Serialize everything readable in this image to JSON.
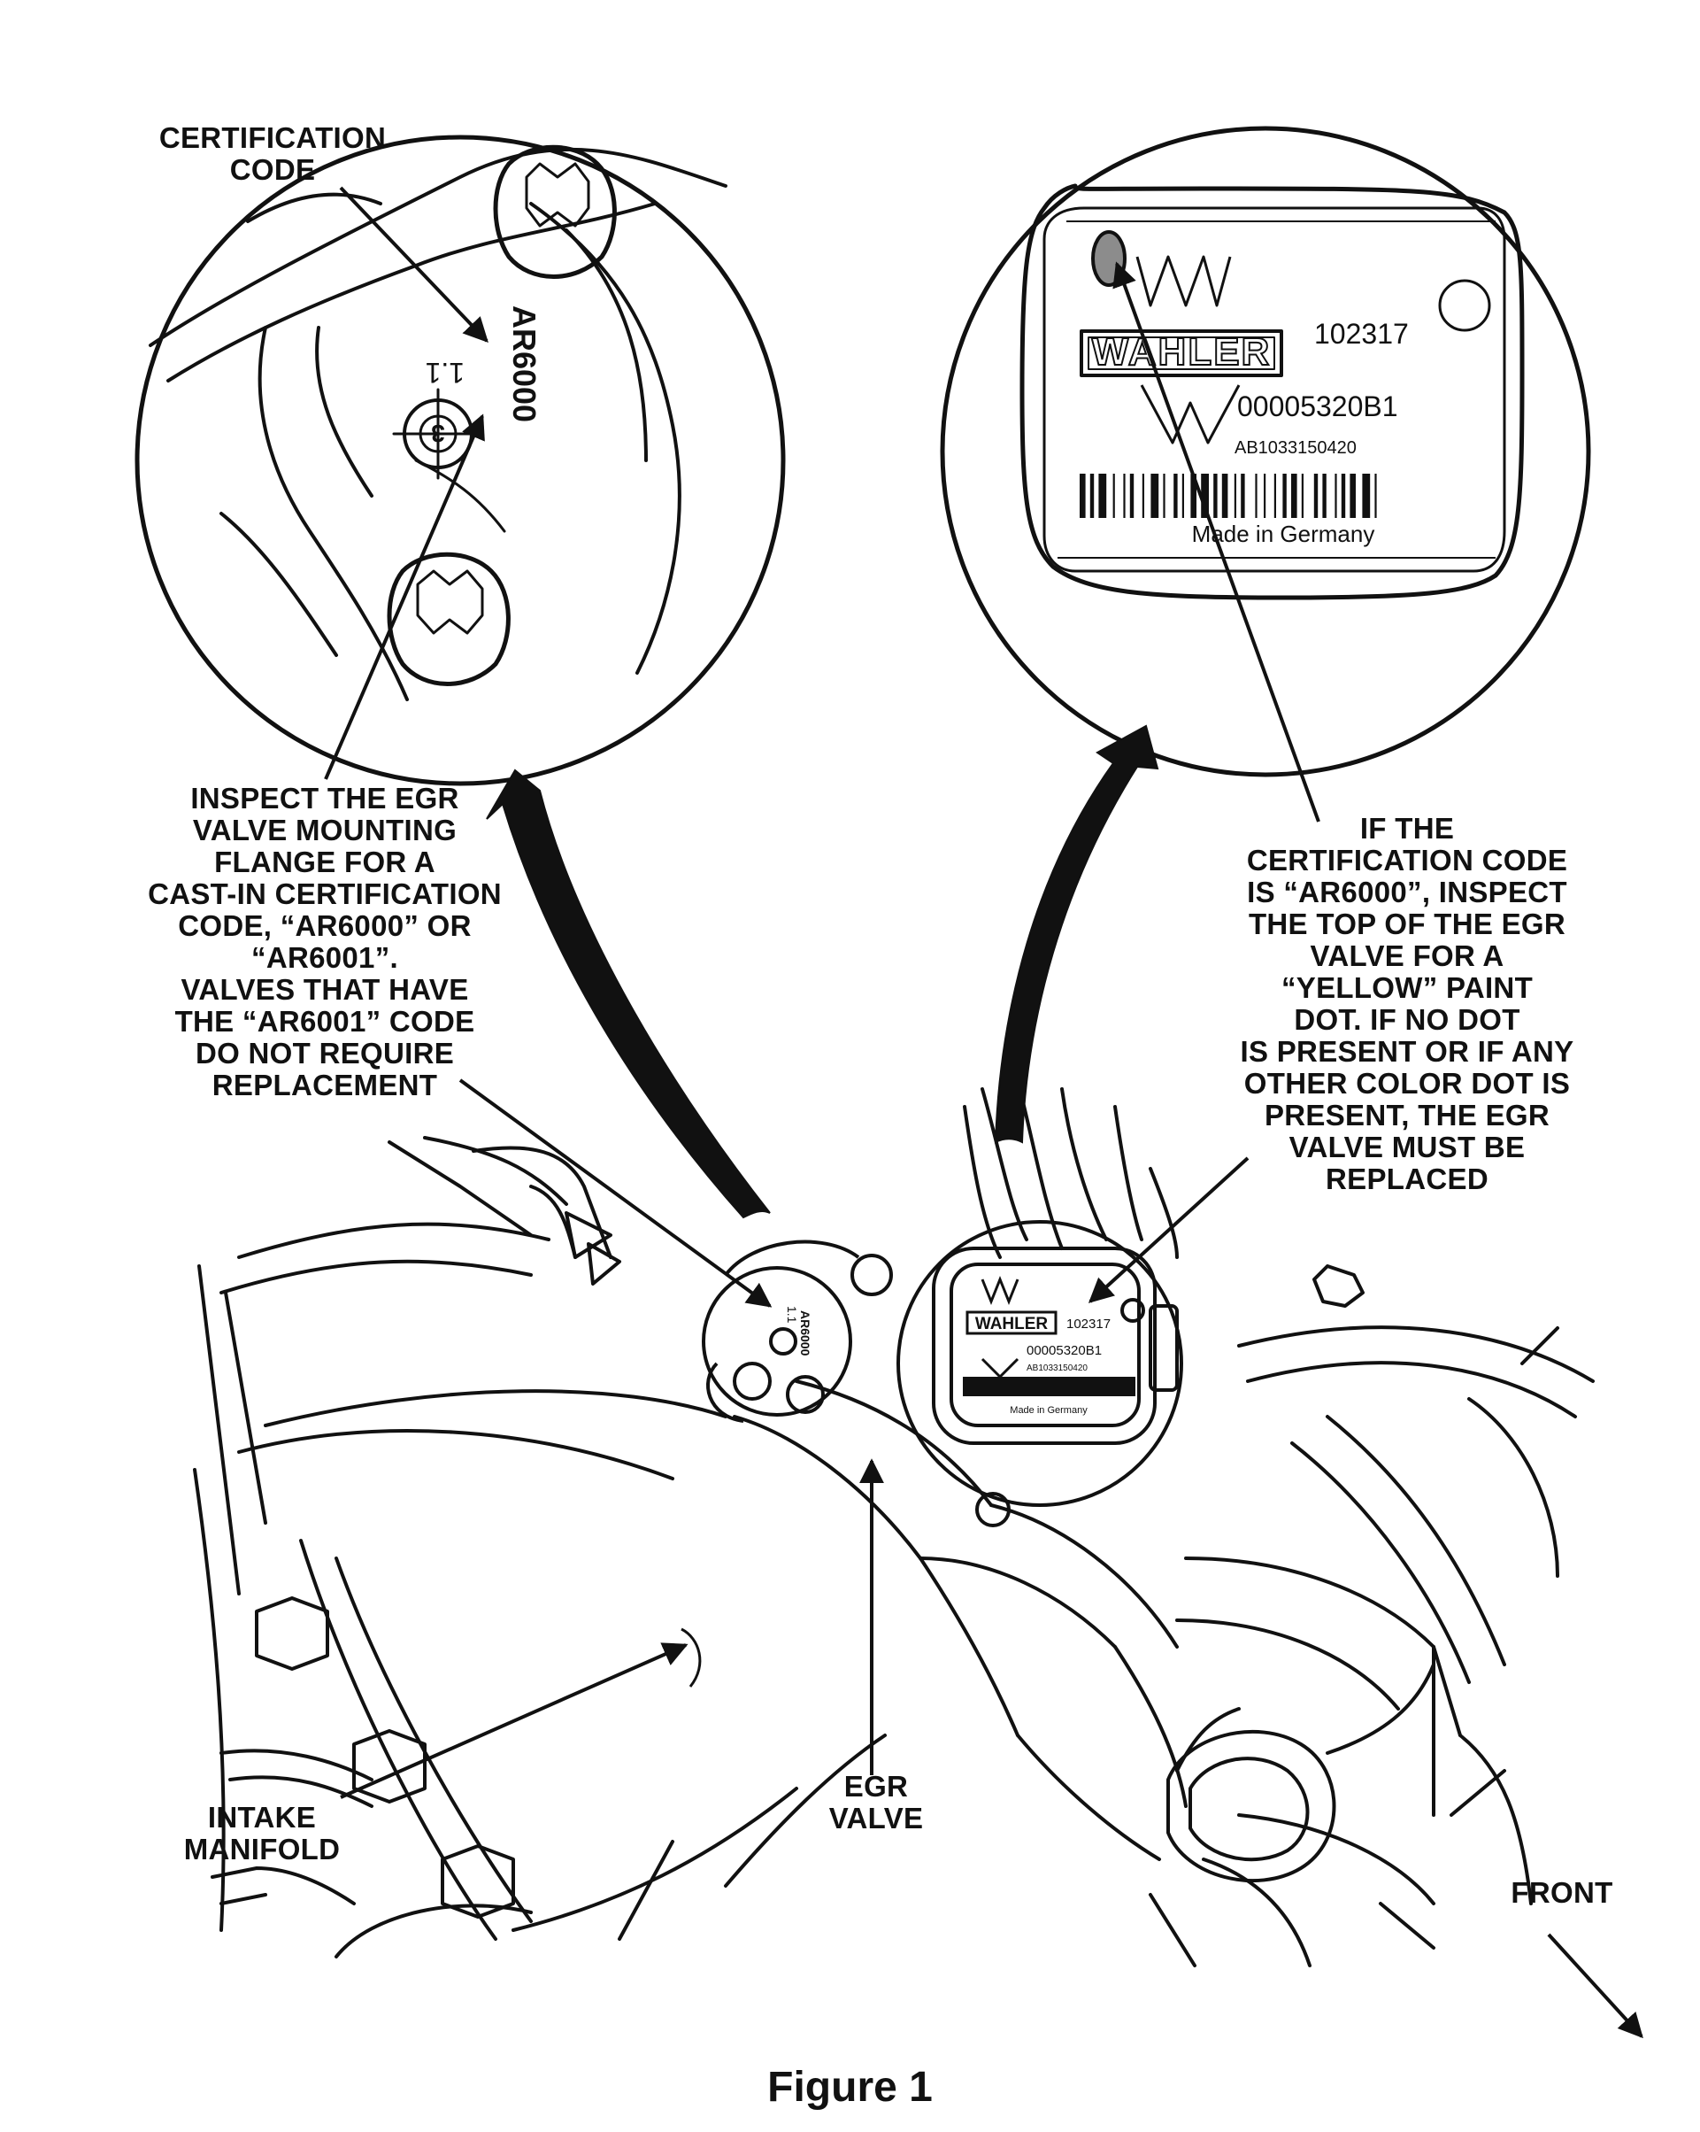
{
  "caption": "Figure 1",
  "callouts": {
    "cert_code": [
      "CERTIFICATION",
      "CODE"
    ],
    "inspect_flange": [
      "INSPECT THE EGR",
      "VALVE MOUNTING",
      "FLANGE FOR A",
      "CAST-IN CERTIFICATION",
      "CODE, “AR6000” OR",
      "“AR6001”.",
      "VALVES THAT HAVE",
      "THE “AR6001” CODE",
      "DO NOT REQUIRE",
      "REPLACEMENT"
    ],
    "inspect_dot": [
      "IF THE",
      "CERTIFICATION CODE",
      "IS “AR6000”, INSPECT",
      "THE TOP OF THE EGR",
      "VALVE FOR A",
      "“YELLOW” PAINT",
      "DOT. IF NO DOT",
      "IS PRESENT OR IF ANY",
      "OTHER COLOR DOT IS",
      "PRESENT, THE EGR",
      "VALVE MUST BE",
      "REPLACED"
    ],
    "intake": [
      "INTAKE",
      "MANIFOLD"
    ],
    "egr": [
      "EGR",
      "VALVE"
    ],
    "front": [
      "FRONT"
    ]
  },
  "flange_markings": {
    "code": "AR6000",
    "version": "1.1",
    "cavity": "3"
  },
  "label": {
    "brand": "WAHLER",
    "number": "102317",
    "part": "00005320B1",
    "serial": "AB1033150420",
    "origin": "Made in Germany"
  },
  "colors": {
    "ink": "#111111",
    "paint_dot": "#8c8c8c",
    "paper": "#ffffff"
  }
}
